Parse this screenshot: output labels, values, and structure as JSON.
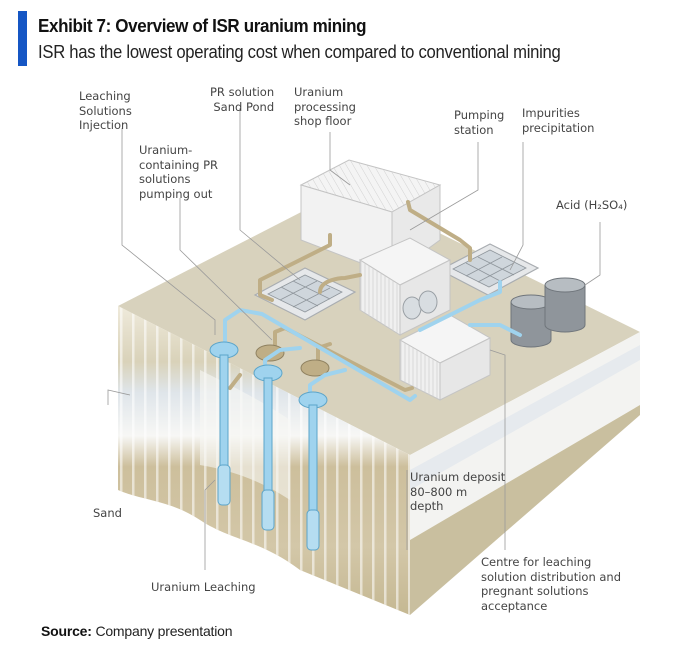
{
  "header": {
    "title": "Exhibit 7: Overview of ISR uranium mining",
    "subtitle": "ISR has the lowest operating cost when compared to conventional mining",
    "accent_color": "#1556c4"
  },
  "diagram": {
    "labels": {
      "leaching_injection": [
        "Leaching",
        "Solutions",
        "Injection"
      ],
      "pr_sand_pond": [
        "PR solution",
        "Sand Pond"
      ],
      "processing_shop": [
        "Uranium",
        "processing",
        "shop floor"
      ],
      "pumping_station": [
        "Pumping",
        "station"
      ],
      "impurities": [
        "Impurities",
        "precipitation"
      ],
      "uranium_pumping_out": [
        "Uranium-",
        "containing PR",
        "solutions",
        "pumping out"
      ],
      "acid": "Acid (H₂SO₄)",
      "sand": "Sand",
      "uranium_deposit": [
        "Uranium deposit",
        "80–800 m",
        "depth"
      ],
      "uranium_leaching": "Uranium Leaching",
      "centre": [
        "Centre for leaching",
        "solution distribution and",
        "pregnant solutions",
        "acceptance"
      ]
    },
    "colors": {
      "ground_top": "#d8d2bd",
      "ground_side": "#c9bf9f",
      "pipe_blue": "#9fd3ee",
      "pipe_tan": "#bfae86",
      "building": "#f1f1f1",
      "tank": "#8f959b"
    }
  },
  "source": {
    "label": "Source:",
    "text": "Company presentation"
  }
}
